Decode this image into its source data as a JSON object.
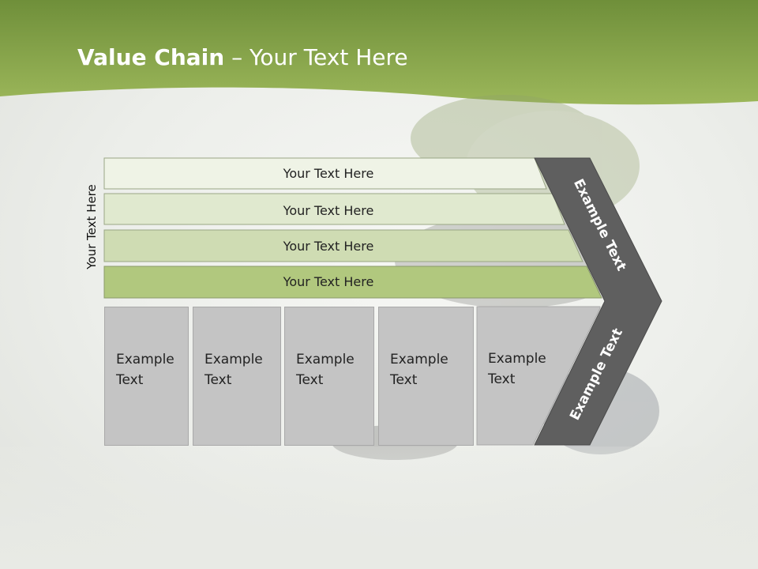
{
  "slide": {
    "title_bold": "Value Chain",
    "title_rest": " – Your Text Here",
    "side_label": "Your Text Here"
  },
  "bars": [
    {
      "label": "Your Text Here",
      "fill": "#eff3e6"
    },
    {
      "label": "Your Text Here",
      "fill": "#e0e9cf"
    },
    {
      "label": "Your Text Here",
      "fill": "#cfdcb3"
    },
    {
      "label": "Your Text Here",
      "fill": "#b1c87e"
    }
  ],
  "chevron": {
    "upper_label": "Example Text",
    "lower_label": "Example Text",
    "fill": "#5f5f5f"
  },
  "boxes": [
    {
      "text": "Example\nText"
    },
    {
      "text": "Example\nText"
    },
    {
      "text": "Example\nText"
    },
    {
      "text": "Example\nText"
    },
    {
      "text": "Example\nText"
    }
  ],
  "colors": {
    "header_green": "#8aa84a",
    "box_gray": "#c4c4c4"
  }
}
